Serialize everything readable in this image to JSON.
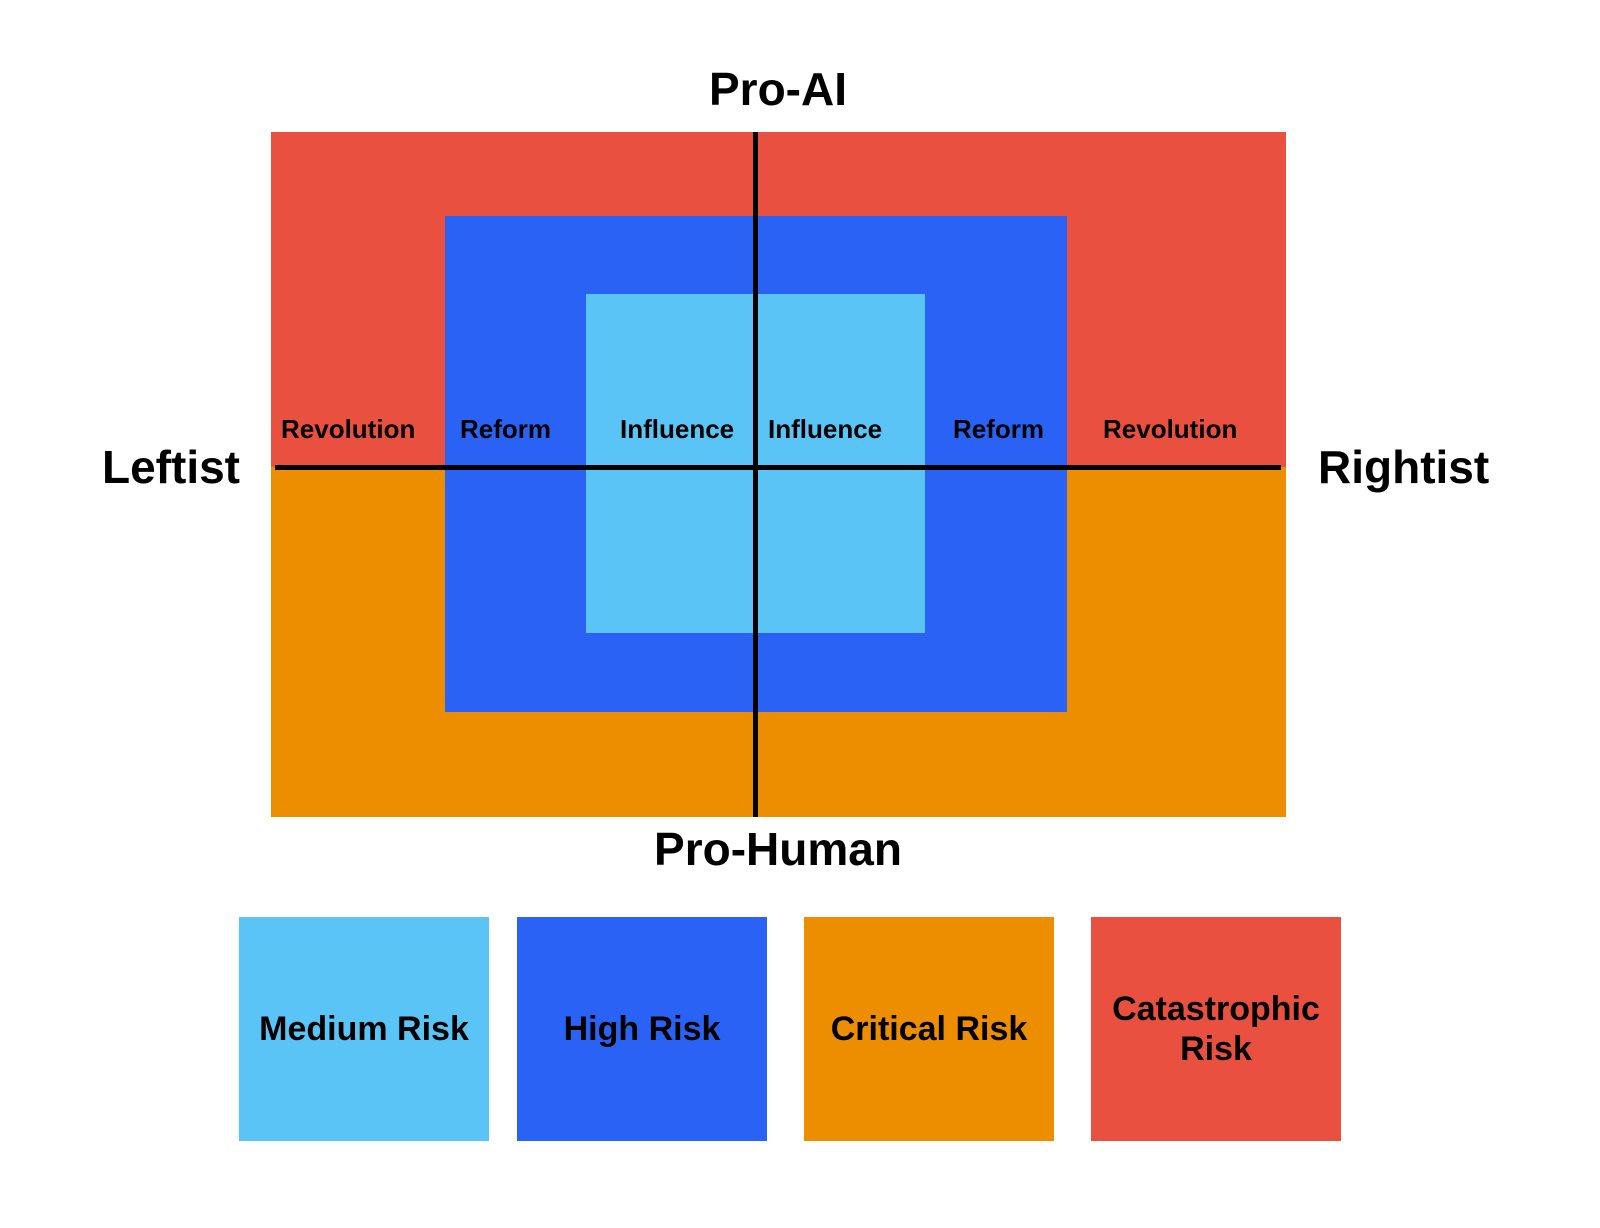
{
  "axes": {
    "top": "Pro-AI",
    "bottom": "Pro-Human",
    "left": "Leftist",
    "right": "Rightist"
  },
  "zone_labels": {
    "left_revolution": "Revolution",
    "left_reform": "Reform",
    "left_influence": "Influence",
    "right_influence": "Influence",
    "right_reform": "Reform",
    "right_revolution": "Revolution"
  },
  "colors": {
    "medium": "#5AC4F6",
    "high": "#2962F5",
    "critical": "#ED8D00",
    "catastrophic": "#E9503F"
  },
  "legend": [
    {
      "label": "Medium Risk",
      "color": "#5AC4F6"
    },
    {
      "label": "High Risk",
      "color": "#2962F5"
    },
    {
      "label": "Critical Risk",
      "color": "#ED8D00"
    },
    {
      "label": "Catastrophic Risk",
      "color": "#E9503F"
    }
  ]
}
